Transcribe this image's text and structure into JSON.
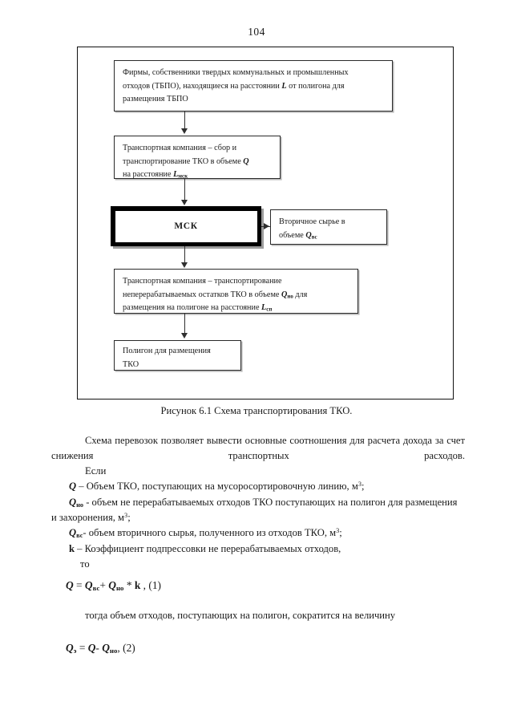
{
  "page": {
    "number": "104"
  },
  "figure": {
    "caption": "Рисунок 6.1 Схема транспортирования ТКО.",
    "boxes": {
      "firms": {
        "line1": "Фирмы, собственники твердых коммунальных и промышленных",
        "line2_a": "отходов (ТБПО), находящиеся на расстоянии ",
        "line2_sym": "L",
        "line2_b": " от полигона для",
        "line3": "размещения ТБПО"
      },
      "transport1": {
        "line1": "Транспортная компания – сбор и",
        "line2_a": "транспортирование ТКО в объеме ",
        "line2_sym": "Q",
        "line3_a": "на расстояние ",
        "line3_sym": "L",
        "line3_sub": "мск"
      },
      "msk": {
        "label": "МСК"
      },
      "secondary": {
        "line1": "Вторичное сырье в",
        "line2_a": "объеме ",
        "line2_sym": "Q",
        "line2_sub": "вс"
      },
      "transport2": {
        "line1": "Транспортная компания – транспортирование",
        "line2_a": "неперерабатываемых остатков ТКО в объеме ",
        "line2_sym": "Q",
        "line2_sub": "но",
        "line2_b": " для",
        "line3_a": "размещения на полигоне на расстояние ",
        "line3_sym": "L",
        "line3_sub": "сп"
      },
      "polygon": {
        "line1": "Полигон для размещения",
        "line2": "ТКО"
      }
    }
  },
  "text": {
    "para1": "Схема перевозок позволяет вывести основные соотношения для расчета дохода за счет снижения транспортных расходов.",
    "if_word": "Если",
    "def_q": {
      "sym": "Q",
      "text_a": " – Объем ТКО, поступающих на мусоросортировочную линию, м",
      "sup": "3",
      "text_b": ";"
    },
    "def_qno": {
      "sym": "Q",
      "sub": "но",
      "text_a": " - объем не перерабатываемых отходов ТКО поступающих на полигон для размещения и захоронения, м",
      "sup": "3",
      "text_b": ";"
    },
    "def_qvs": {
      "sym": "Q",
      "sub": "вс",
      "text_a": "- объем вторичного сырья, полученного из отходов ТКО, м",
      "sup": "3",
      "text_b": ";"
    },
    "def_k": {
      "sym": "k",
      "text": " – Коэффициент подпрессовки не перерабатываемых отходов,"
    },
    "then_word": "то",
    "formula1": {
      "q": "Q",
      "eq": " = ",
      "qvs": "Q",
      "qvs_sub": "вс",
      "plus": "+ ",
      "qno": "Q",
      "qno_sub": "но",
      "mult": " * ",
      "k": "k",
      "tail": " , (1)"
    },
    "para2": "тогда объем отходов, поступающих на полигон, сократится на величину",
    "formula2": {
      "qe": "Q",
      "qe_sub": "э",
      "eq": " = ",
      "q": "Q",
      "minus": "- ",
      "qno": "Q",
      "qno_sub": "но",
      "tail": ", (2)"
    }
  }
}
